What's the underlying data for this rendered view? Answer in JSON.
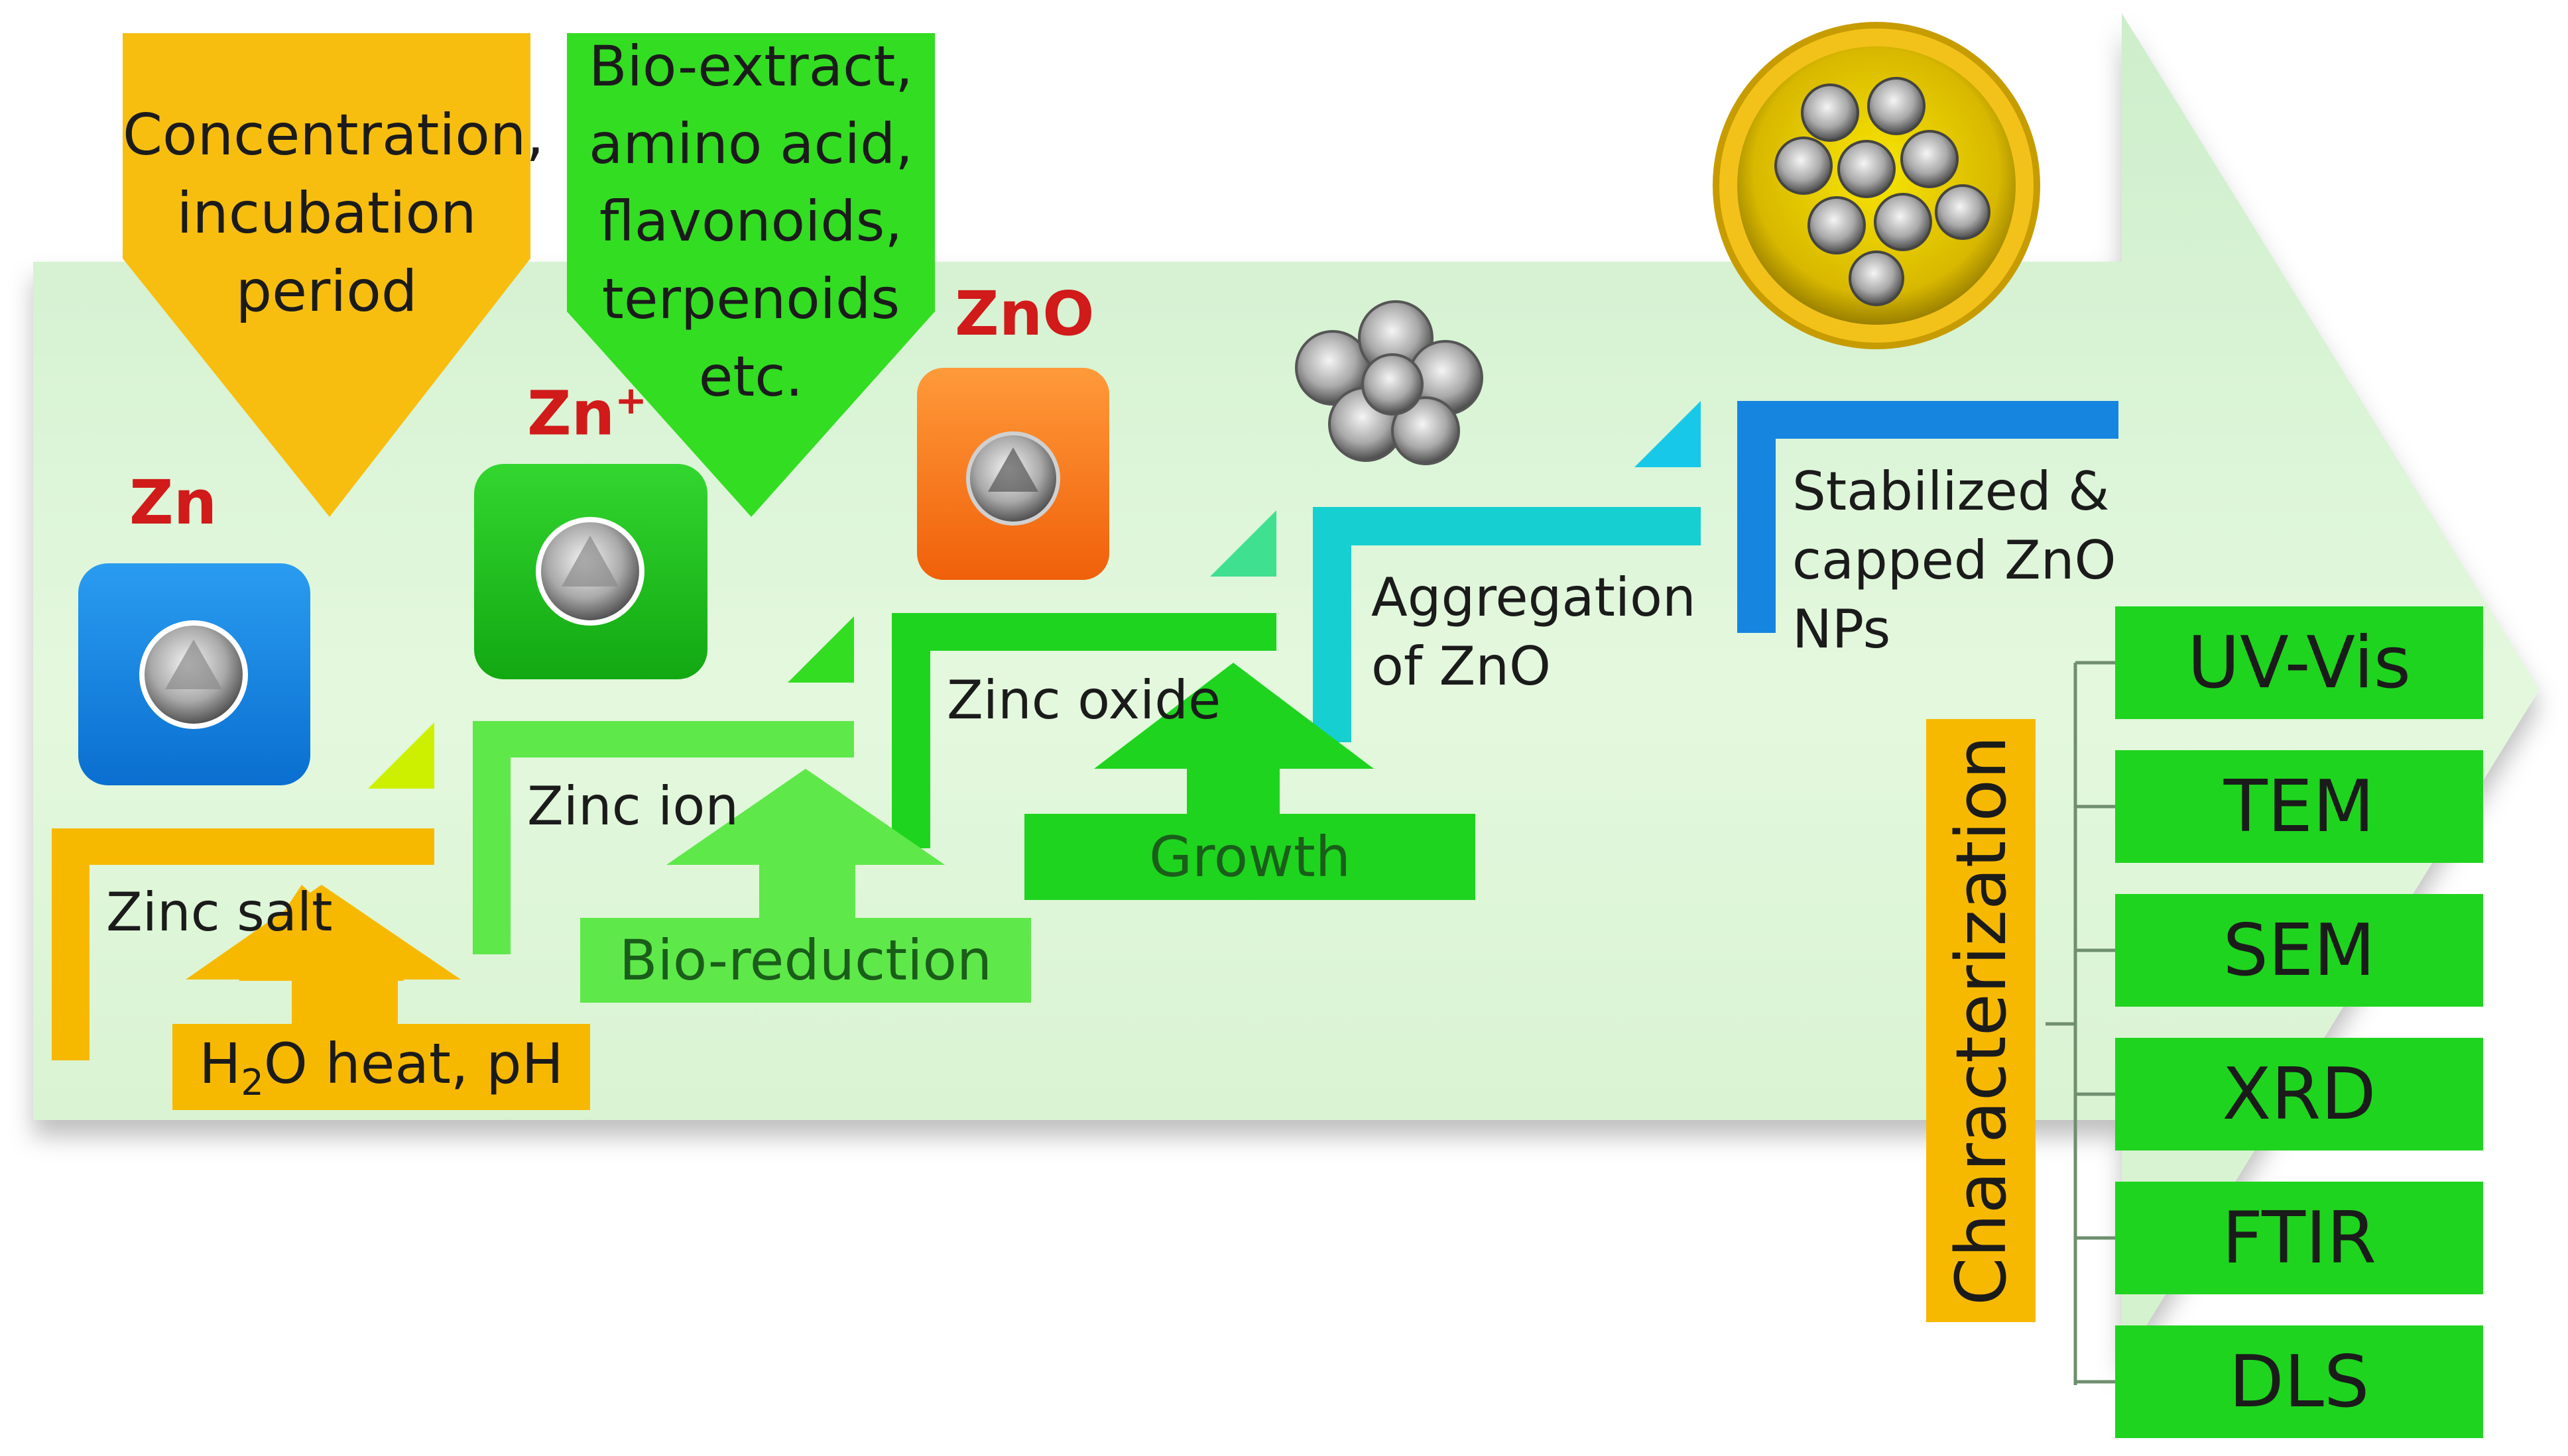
{
  "colors": {
    "arrow_fill": "#d6f3cf",
    "orange": "#f7b900",
    "orange_dark": "#f0a000",
    "green_bright": "#1ed41e",
    "green_light": "#5fe84a",
    "lime": "#cdf000",
    "teal": "#16cfd0",
    "blue": "#1685e0",
    "red_text": "#d11a1a",
    "dark_green_text": "#1a5e1a"
  },
  "top_boxes": {
    "left": [
      "Concentration,",
      "incubation",
      "period"
    ],
    "right": [
      "Bio-extract,",
      "amino acid,",
      "flavonoids,",
      "terpenoids",
      "etc."
    ]
  },
  "species": {
    "zn": "Zn",
    "zn_ion": "Zn",
    "zn_ion_sup": "+",
    "zno": "ZnO"
  },
  "steps": {
    "zinc_salt": "Zinc salt",
    "zinc_ion": "Zinc ion",
    "zinc_oxide": "Zinc oxide",
    "aggregation": [
      "Aggregation",
      "of ZnO"
    ],
    "stabilized": [
      "Stabilized &",
      "capped ZnO",
      "NPs"
    ]
  },
  "processes": {
    "h2o_pre": "H",
    "h2o_sub": "2",
    "h2o_post": "O heat, pH",
    "bio_reduction": "Bio-reduction",
    "growth": "Growth"
  },
  "characterization": {
    "title": "Characterization",
    "methods": [
      "UV-Vis",
      "TEM",
      "SEM",
      "XRD",
      "FTIR",
      "DLS"
    ]
  }
}
